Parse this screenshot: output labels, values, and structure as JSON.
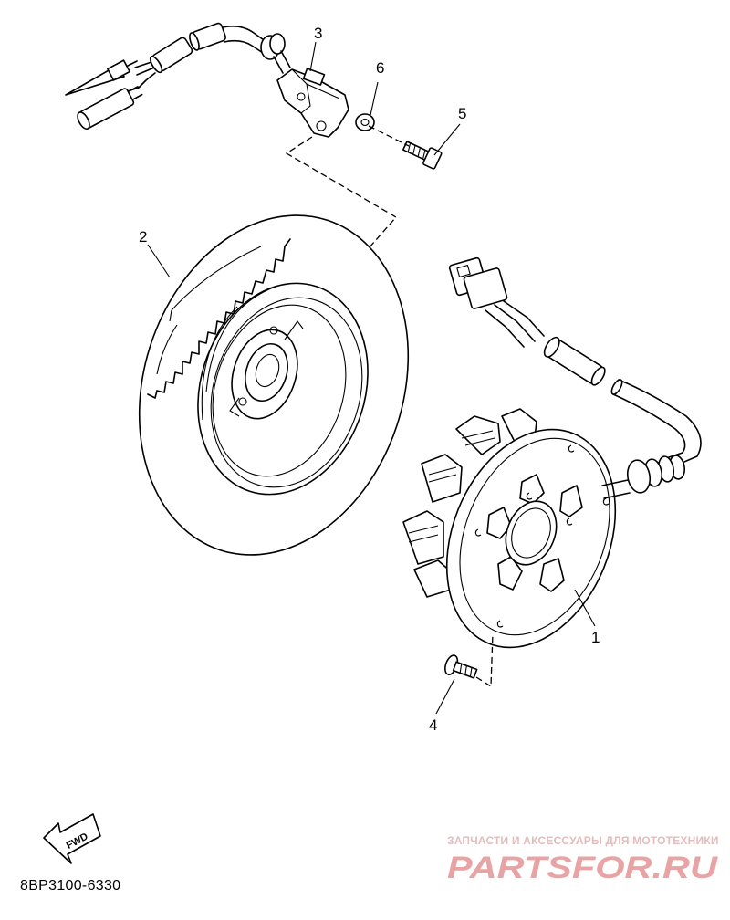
{
  "callouts": [
    {
      "number": "1",
      "part": "stator"
    },
    {
      "number": "2",
      "part": "rotor"
    },
    {
      "number": "3",
      "part": "pickup-coil"
    },
    {
      "number": "4",
      "part": "screw"
    },
    {
      "number": "5",
      "part": "bolt"
    },
    {
      "number": "6",
      "part": "washer"
    }
  ],
  "fwd_label": "FWD",
  "drawing_code": "8BP3100-6330",
  "watermark": {
    "caption": "ЗАПЧАСТИ И АКСЕССУАРЫ ДЛЯ МОТОТЕХНИКИ",
    "logo_text": "PARTSFOR.RU",
    "color": "#e8a4a4"
  }
}
